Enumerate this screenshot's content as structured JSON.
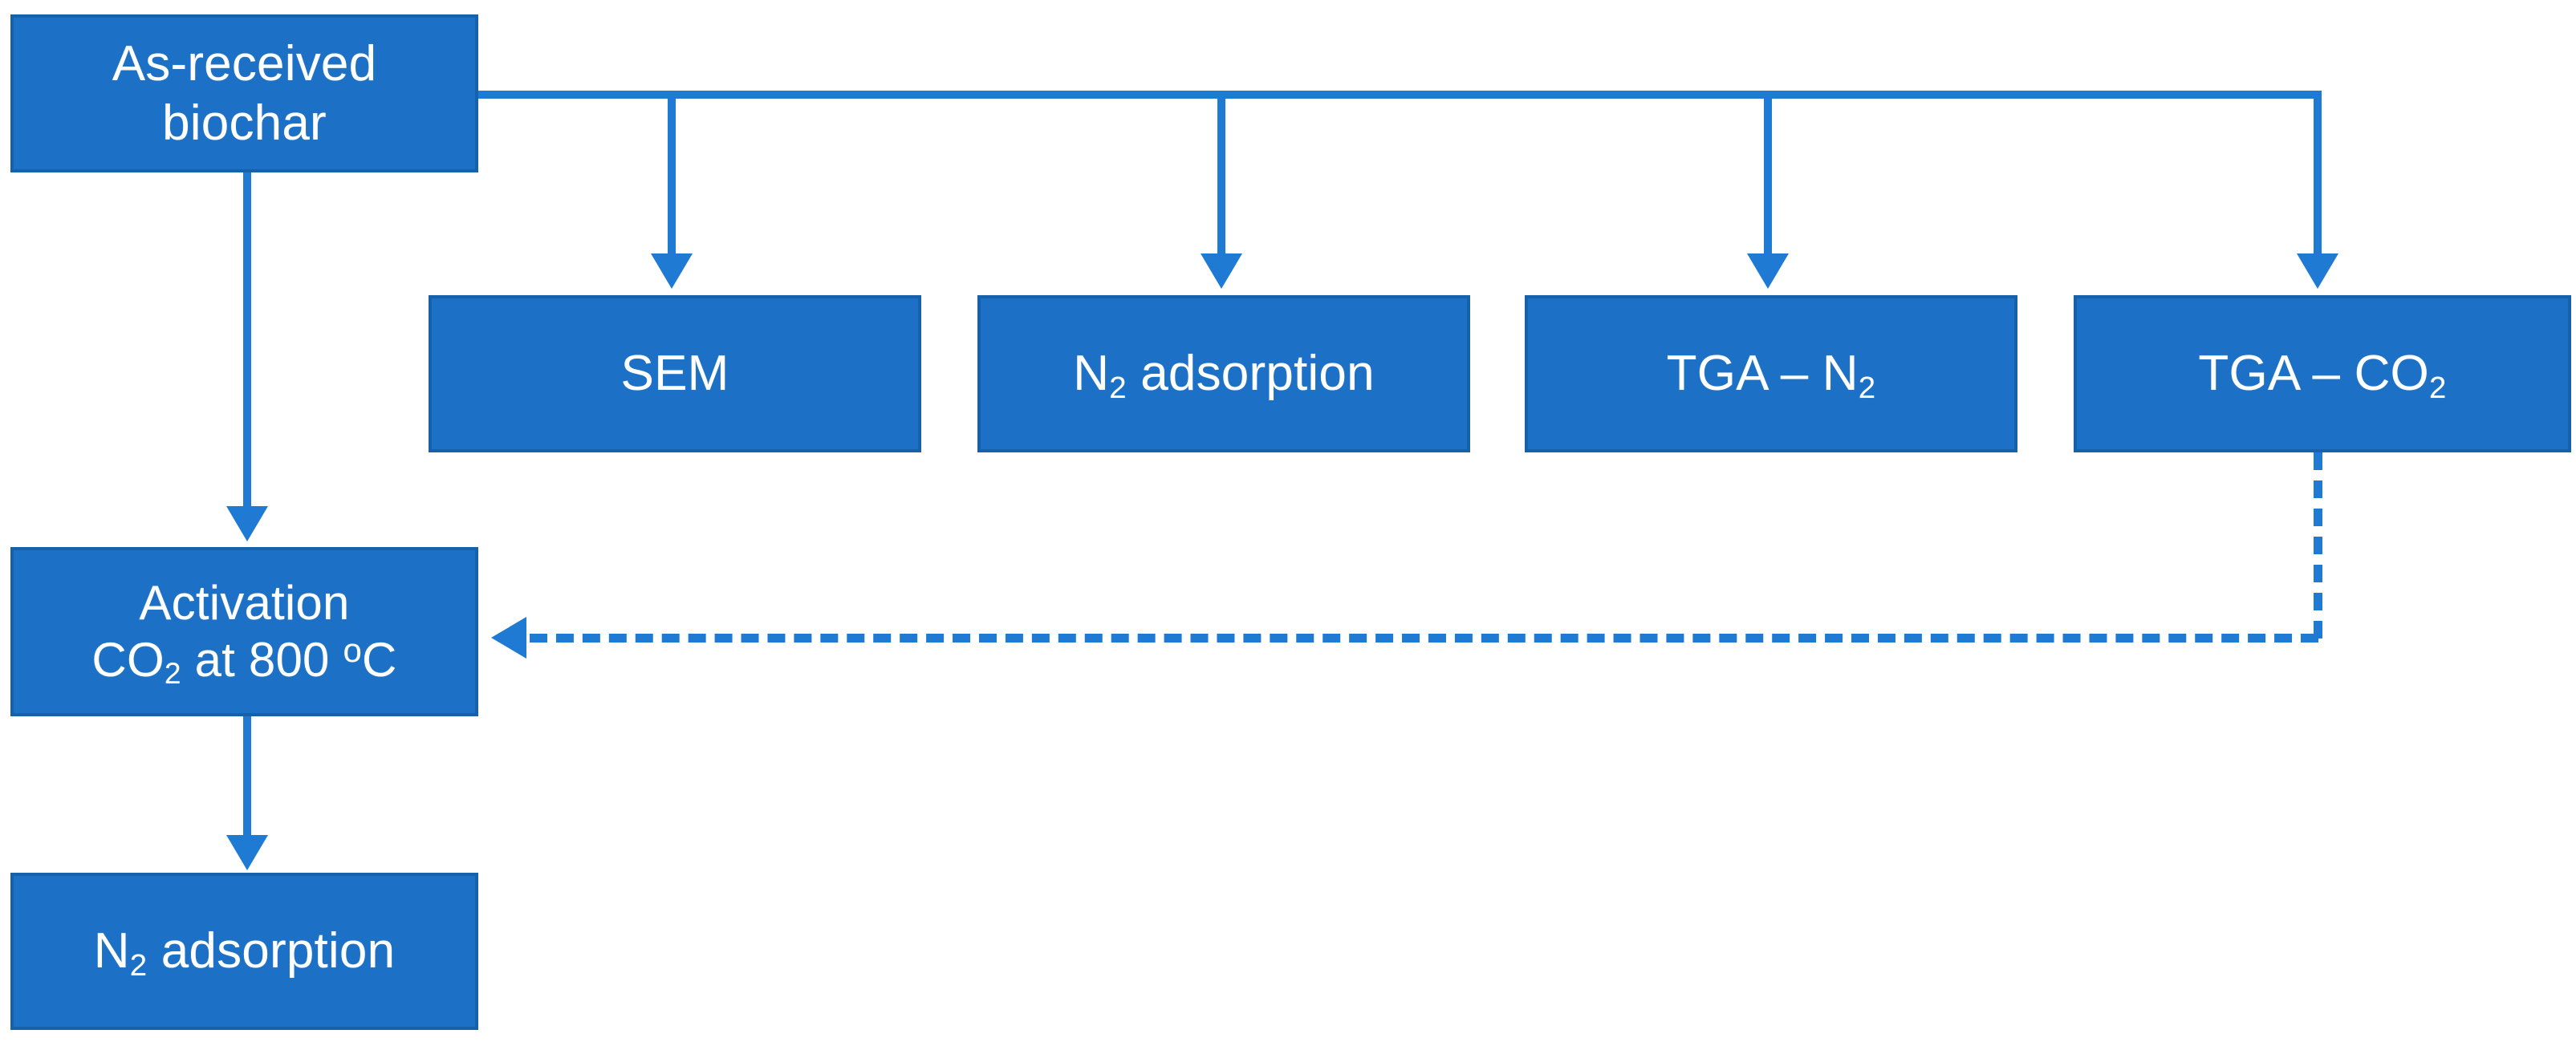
{
  "diagram": {
    "title": "Biochar characterization and activation workflow",
    "colors": {
      "node_fill": "#1C71C6",
      "node_border": "#1761AB",
      "connector": "#1F7AD4",
      "node_text": "#FFFFFF",
      "background": "#FFFFFF"
    },
    "nodes": [
      {
        "id": "source",
        "text": "As-received biochar",
        "line1": "As-received",
        "line2": "biochar"
      },
      {
        "id": "sem",
        "text": "SEM"
      },
      {
        "id": "n2_adsorption_top",
        "text": "N2 adsorption",
        "prefix": "N",
        "sub": "2",
        "suffix": " adsorption"
      },
      {
        "id": "tga_n2",
        "text": "TGA – N2",
        "prefix": "TGA – N",
        "sub": "2",
        "suffix": ""
      },
      {
        "id": "tga_co2",
        "text": "TGA – CO2",
        "prefix": "TGA – CO",
        "sub": "2",
        "suffix": ""
      },
      {
        "id": "activation",
        "text": "Activation CO2 at 800 ºC",
        "line1": "Activation",
        "l2_prefix": "CO",
        "l2_sub": "2",
        "l2_mid": " at 800 ",
        "l2_deg": "o",
        "l2_suffix": "C"
      },
      {
        "id": "n2_adsorption_bottom",
        "text": "N2 adsorption",
        "prefix": "N",
        "sub": "2",
        "suffix": " adsorption"
      }
    ],
    "edges": [
      {
        "id": "source-to-sem",
        "from": "source",
        "to": "sem",
        "style": "solid",
        "arrow": "down"
      },
      {
        "id": "source-to-n2ads",
        "from": "source",
        "to": "n2_adsorption_top",
        "style": "solid",
        "arrow": "down"
      },
      {
        "id": "source-to-tgan2",
        "from": "source",
        "to": "tga_n2",
        "style": "solid",
        "arrow": "down"
      },
      {
        "id": "source-to-tgaco2",
        "from": "source",
        "to": "tga_co2",
        "style": "solid",
        "arrow": "down"
      },
      {
        "id": "source-to-activation",
        "from": "source",
        "to": "activation",
        "style": "solid",
        "arrow": "down"
      },
      {
        "id": "activation-to-n2final",
        "from": "activation",
        "to": "n2_adsorption_bottom",
        "style": "solid",
        "arrow": "down"
      },
      {
        "id": "tgaco2-to-activation",
        "from": "tga_co2",
        "to": "activation",
        "style": "dashed",
        "arrow": "left"
      }
    ]
  }
}
